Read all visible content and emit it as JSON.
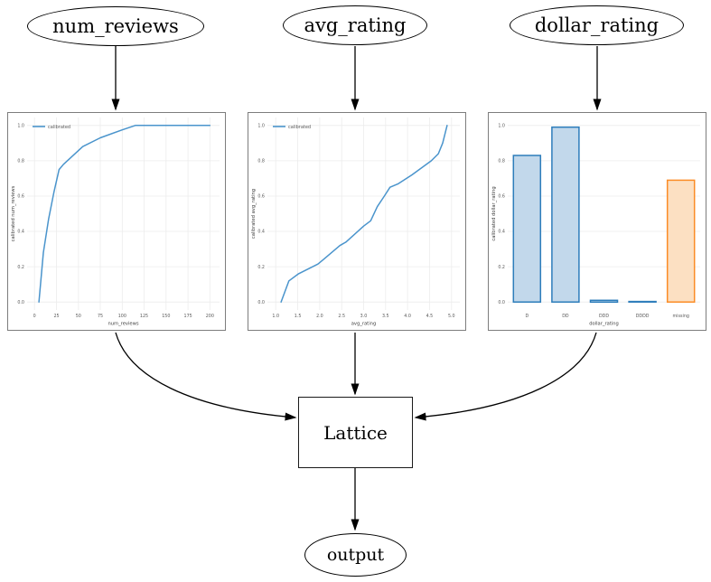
{
  "nodes": {
    "num_reviews": "num_reviews",
    "avg_rating": "avg_rating",
    "dollar_rating": "dollar_rating",
    "lattice": "Lattice",
    "output": "output"
  },
  "colors": {
    "line_blue": "#4a94cc",
    "bar_blue_fill": "#c2d8eb",
    "bar_blue_edge": "#2d7dbb",
    "bar_orange_fill": "#fce0c2",
    "bar_orange_edge": "#fb8c26",
    "grid": "#ececec",
    "tick_text": "#595959",
    "axis_label_text": "#404040",
    "chart_border": "#7d7d7d",
    "edge_black": "#000000"
  },
  "chart_data": [
    {
      "type": "line",
      "name": "num_reviews calibrator",
      "legend": "calibrated",
      "xlabel": "num_reviews",
      "ylabel": "calibrated num_reviews",
      "xlim": [
        -8.5,
        211
      ],
      "ylim": [
        -0.045,
        1.045
      ],
      "xtick_values": [
        0,
        25,
        50,
        75,
        100,
        125,
        150,
        175,
        200
      ],
      "xtick_labels": [
        "0",
        "25",
        "50",
        "75",
        "100",
        "125",
        "150",
        "175",
        "200"
      ],
      "ytick_values": [
        0.0,
        0.2,
        0.4,
        0.6,
        0.8,
        1.0
      ],
      "ytick_labels": [
        "0.0",
        "0.2",
        "0.4",
        "0.6",
        "0.8",
        "1.0"
      ],
      "x": [
        5,
        10,
        16,
        22,
        28,
        33,
        55,
        75,
        100,
        115,
        200
      ],
      "y": [
        0.0,
        0.28,
        0.47,
        0.62,
        0.75,
        0.78,
        0.88,
        0.93,
        0.975,
        1.0,
        1.0
      ]
    },
    {
      "type": "line",
      "name": "avg_rating calibrator",
      "legend": "calibrated",
      "xlabel": "avg_rating",
      "ylabel": "calibrated avg_rating",
      "xlim": [
        0.81,
        5.19
      ],
      "ylim": [
        -0.045,
        1.045
      ],
      "xtick_values": [
        1.0,
        1.5,
        2.0,
        2.5,
        3.0,
        3.5,
        4.0,
        4.5,
        5.0
      ],
      "xtick_labels": [
        "1.0",
        "1.5",
        "2.0",
        "2.5",
        "3.0",
        "3.5",
        "4.0",
        "4.5",
        "5.0"
      ],
      "ytick_values": [
        0.0,
        0.2,
        0.4,
        0.6,
        0.8,
        1.0
      ],
      "ytick_labels": [
        "0.0",
        "0.2",
        "0.4",
        "0.6",
        "0.8",
        "1.0"
      ],
      "x": [
        1.12,
        1.3,
        1.52,
        1.96,
        2.08,
        2.46,
        2.6,
        3.0,
        3.16,
        3.31,
        3.47,
        3.6,
        3.79,
        4.1,
        4.54,
        4.7,
        4.8,
        4.9
      ],
      "y": [
        0.0,
        0.12,
        0.16,
        0.215,
        0.24,
        0.32,
        0.34,
        0.43,
        0.46,
        0.54,
        0.6,
        0.65,
        0.67,
        0.72,
        0.8,
        0.84,
        0.9,
        1.0
      ]
    },
    {
      "type": "bar",
      "name": "dollar_rating calibrator",
      "xlabel": "dollar_rating",
      "ylabel": "calibrated dollar_rating",
      "ylim": [
        -0.045,
        1.045
      ],
      "categories": [
        "D",
        "DD",
        "DDD",
        "DDDD",
        "missing"
      ],
      "values": [
        0.83,
        0.99,
        0.01,
        0.003,
        0.69
      ],
      "bar_colors": [
        "blue",
        "blue",
        "blue",
        "blue",
        "orange"
      ],
      "ytick_values": [
        0.0,
        0.2,
        0.4,
        0.6,
        0.8,
        1.0
      ],
      "ytick_labels": [
        "0.0",
        "0.2",
        "0.4",
        "0.6",
        "0.8",
        "1.0"
      ]
    }
  ]
}
